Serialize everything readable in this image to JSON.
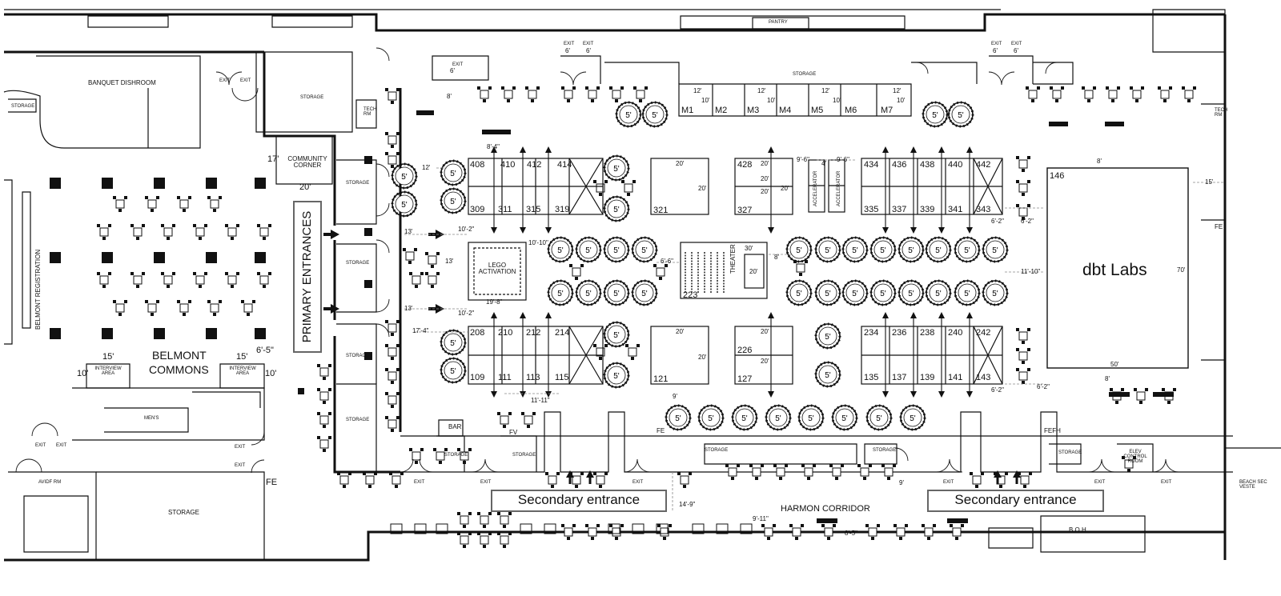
{
  "rooms": {
    "banquet": "BANQUET DISHROOM",
    "storage_small": "STORAGE",
    "storage_big": "STORAGE",
    "community": "COMMUNITY CORNER",
    "tech": "TECH RM",
    "belmont_registration": "BELMONT REGISTRATION",
    "belmont_commons_1": "BELMONT",
    "belmont_commons_2": "COMMONS",
    "interview": "INTERVIEW AREA",
    "mens": "MEN'S",
    "avidf": "AVIDF RM",
    "bar": "BAR",
    "pantry": "PANTRY",
    "lego": "LEGO ACTIVATION",
    "theater": "THEATER",
    "accelerator": "ACCELERATOR",
    "dbt": "dbt Labs",
    "harmon": "HARMON CORRIDOR",
    "boh": "B.O.H.",
    "elev": "ELEV CONTROL ROOM",
    "beach": "BEACH SEC VESTE",
    "fe": "FE",
    "fv": "FV",
    "fefh": "FEFH"
  },
  "callouts": {
    "primary": "PRIMARY ENTRANCES",
    "secondary_left": "Secondary entrance",
    "secondary_right": "Secondary entrance"
  },
  "exits": {
    "label": "EXIT"
  },
  "booths": {
    "top_left": [
      "408",
      "410",
      "412",
      "414"
    ],
    "top_left_bottom": [
      "309",
      "311",
      "315",
      "319"
    ],
    "bot_left_top": [
      "208",
      "210",
      "212",
      "214"
    ],
    "bot_left_bottom": [
      "109",
      "111",
      "113",
      "115"
    ],
    "top_right": [
      "434",
      "436",
      "438",
      "440",
      "442"
    ],
    "top_right_bottom": [
      "335",
      "337",
      "339",
      "341",
      "343"
    ],
    "bot_right_top": [
      "234",
      "236",
      "238",
      "240",
      "242"
    ],
    "bot_right_bottom": [
      "135",
      "137",
      "139",
      "141",
      "143"
    ],
    "singles": {
      "b321": "321",
      "b428": "428",
      "b327": "327",
      "b121": "121",
      "b226": "226",
      "b127": "127",
      "b223": "223",
      "b146": "146"
    },
    "meeting": [
      "M1",
      "M2",
      "M3",
      "M4",
      "M5",
      "M6",
      "M7"
    ]
  },
  "tables": {
    "round_label": "5'"
  },
  "dimensions": {
    "d12": "12'",
    "d10": "10'",
    "d20": "20'",
    "d30": "30'",
    "d4": "4'",
    "d8": "8'",
    "d15": "15'",
    "d17": "17'",
    "d13": "13'",
    "d50": "50'",
    "d70": "70'",
    "d6": "6'",
    "d9": "9'",
    "d6_2": "6'-2\"",
    "d10_2": "10'-2\"",
    "d10_10": "10'-10\"",
    "d19_8": "19'-8\"",
    "d11_10": "11'-10\"",
    "d11_11": "11'-11\"",
    "d9_6": "9'-6\"",
    "d17_4": "17'-4\"",
    "d6_5": "6'-5\"",
    "d14_9": "14'-9\"",
    "d8_5": "8'-5\"",
    "d9_11": "9'-11\"",
    "d8_4": "8'-4\"",
    "d6_6": "6'-6\""
  },
  "colors": {
    "ink": "#111111",
    "grey": "#888888",
    "callout_border": "#666666"
  }
}
